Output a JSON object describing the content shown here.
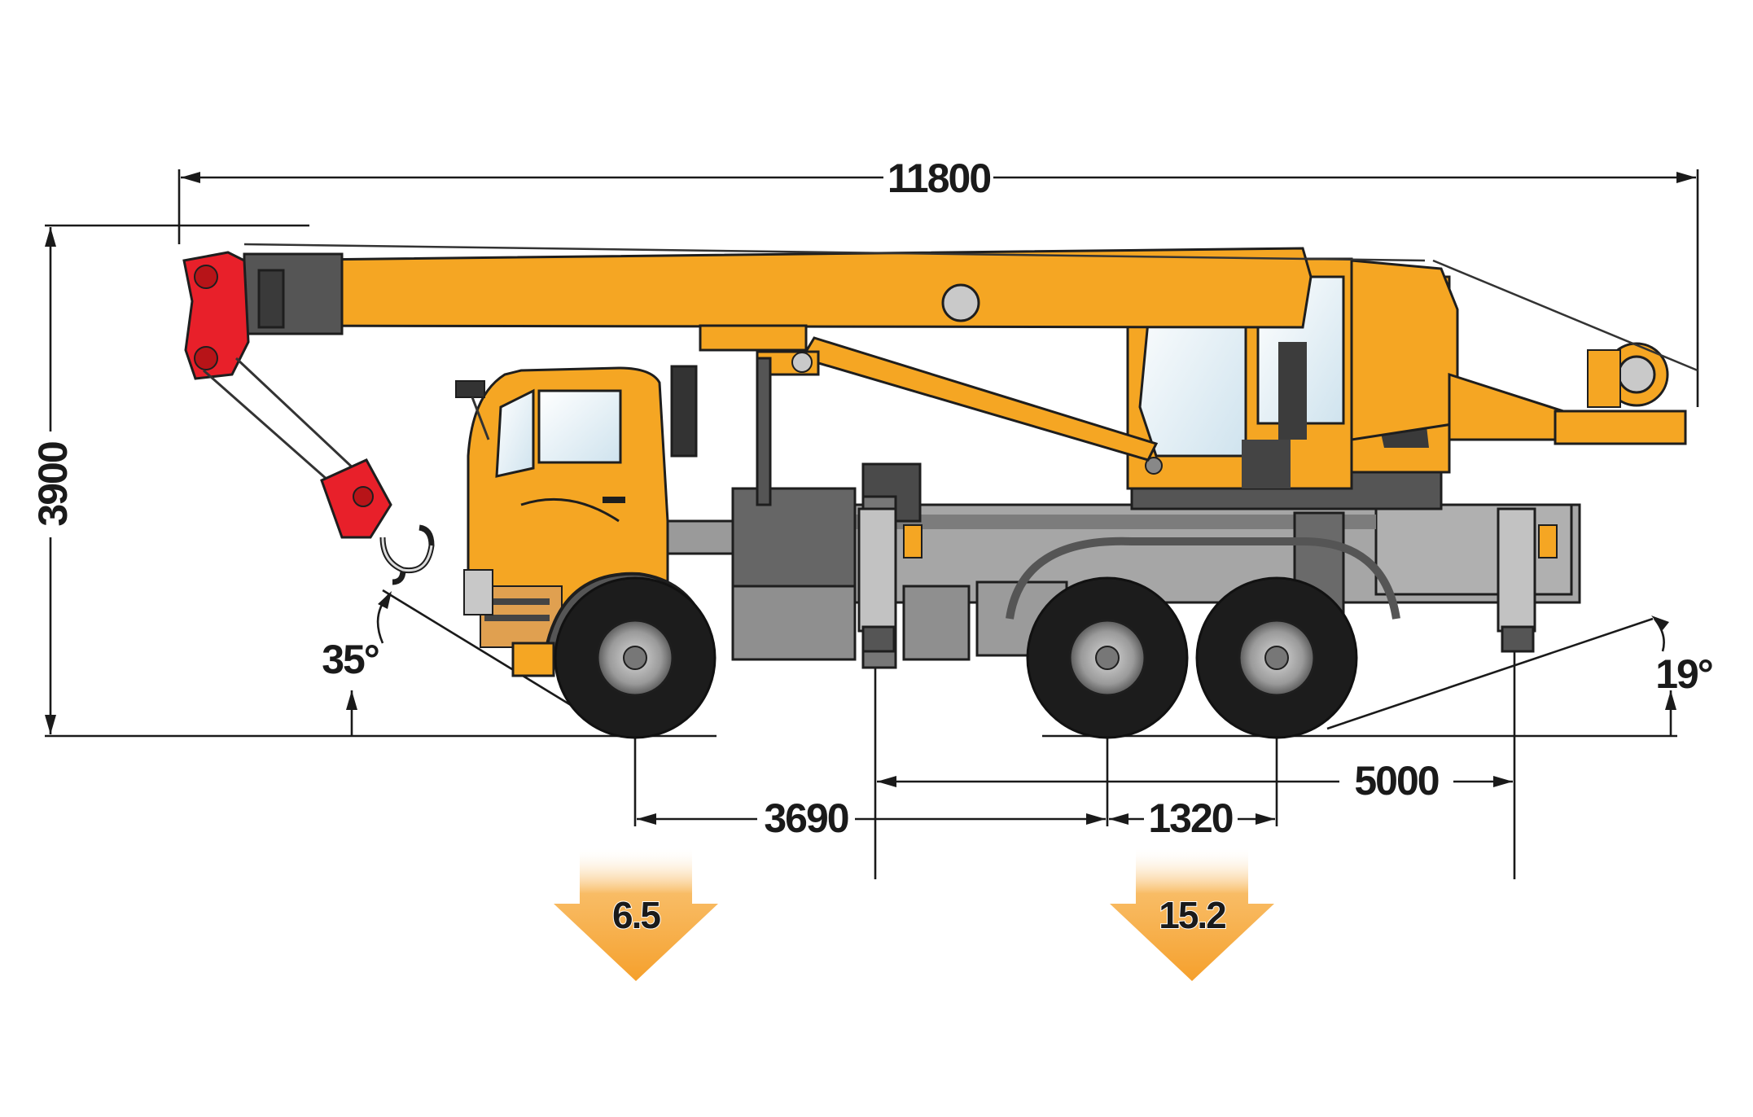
{
  "dimensions": {
    "overall_length": "11800",
    "overall_height": "3900",
    "front_approach_angle": "35°",
    "rear_departure_angle": "19°",
    "wheelbase_front": "3690",
    "bogie_spacing": "1320",
    "outrigger_base": "5000"
  },
  "axle_loads": {
    "front": "6.5",
    "rear": "15.2"
  },
  "colors": {
    "boom_orange": "#f5a623",
    "hook_red": "#e8202a",
    "chassis_gray": "#8a8a8a",
    "tire_black": "#1c1c1c",
    "arrow_orange": "#f7b04a"
  }
}
